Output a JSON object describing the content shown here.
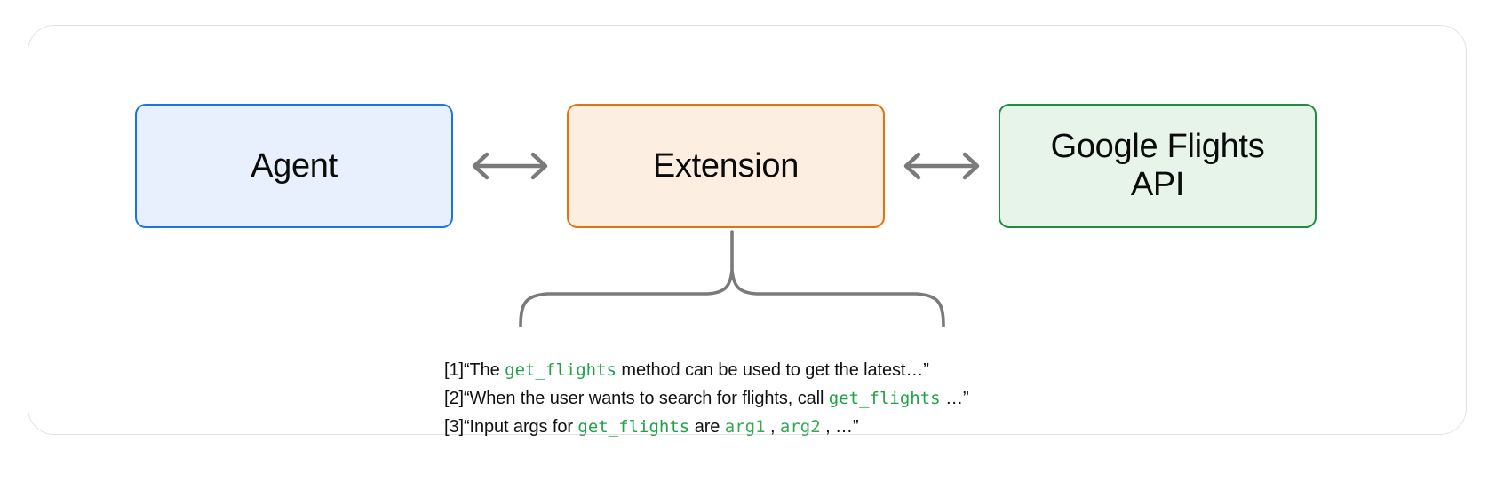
{
  "diagram": {
    "title_present": false,
    "nodes": [
      {
        "id": "agent",
        "label": "Agent",
        "border_color": "#1a73e8",
        "fill_color": "#e8f0fe"
      },
      {
        "id": "extension",
        "label": "Extension",
        "border_color": "#e8710a",
        "fill_color": "#fdeee2"
      },
      {
        "id": "api",
        "label": "Google Flights\nAPI",
        "border_color": "#1e8e3e",
        "fill_color": "#e6f4ea"
      }
    ],
    "connectors": [
      {
        "id": "agent-extension",
        "type": "double-arrow",
        "color": "#7a7a7a"
      },
      {
        "id": "extension-api",
        "type": "double-arrow",
        "color": "#7a7a7a"
      }
    ],
    "brace": {
      "color": "#7a7a7a",
      "anchor_node": "extension"
    },
    "captions": [
      {
        "index": "[1]",
        "parts": [
          {
            "text": "“The ",
            "style": "plain"
          },
          {
            "text": "get_flights",
            "style": "code"
          },
          {
            "text": " method can be used to get the latest…”",
            "style": "plain"
          }
        ]
      },
      {
        "index": "[2]",
        "parts": [
          {
            "text": "“When the user wants to search for flights, call ",
            "style": "plain"
          },
          {
            "text": "get_flights",
            "style": "code"
          },
          {
            "text": " …”",
            "style": "plain"
          }
        ]
      },
      {
        "index": "[3]",
        "parts": [
          {
            "text": "“Input args for ",
            "style": "plain"
          },
          {
            "text": "get_flights",
            "style": "code"
          },
          {
            "text": " are ",
            "style": "plain"
          },
          {
            "text": "arg1",
            "style": "code-dim"
          },
          {
            "text": " , ",
            "style": "plain"
          },
          {
            "text": "arg2",
            "style": "code-dim"
          },
          {
            "text": " , …”",
            "style": "plain"
          }
        ]
      }
    ],
    "colors": {
      "code_green": "#21a04a",
      "arg_green": "#34a853",
      "arrow_gray": "#7a7a7a",
      "card_border": "#e3e3e3",
      "text": "#111111"
    }
  }
}
